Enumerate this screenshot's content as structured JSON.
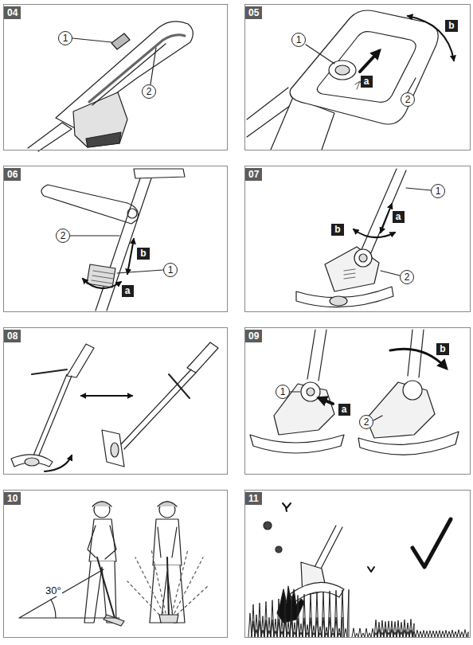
{
  "diagram": {
    "nodes": [
      {
        "text": [
          "04"
        ]
      },
      {
        "text": [
          "1"
        ],
        "in": 0
      },
      {
        "text": [
          "2"
        ],
        "in": 0
      },
      {
        "text": [
          "05"
        ]
      },
      {
        "text": [
          "1"
        ],
        "in": 3
      },
      {
        "text": [
          "2"
        ],
        "in": 3
      },
      {
        "text": [
          "a"
        ],
        "in": 3
      },
      {
        "text": [
          "b"
        ],
        "in": 3
      },
      {
        "text": [
          "06"
        ]
      },
      {
        "text": [
          "1"
        ],
        "in": 8
      },
      {
        "text": [
          "2"
        ],
        "in": 8
      },
      {
        "text": [
          "a"
        ],
        "in": 8
      },
      {
        "text": [
          "b"
        ],
        "in": 8
      },
      {
        "text": [
          "07"
        ]
      },
      {
        "text": [
          "1"
        ],
        "in": 13
      },
      {
        "text": [
          "2"
        ],
        "in": 13
      },
      {
        "text": [
          "a"
        ],
        "in": 13
      },
      {
        "text": [
          "b"
        ],
        "in": 13
      },
      {
        "text": [
          "08"
        ]
      },
      {
        "text": [
          "09"
        ]
      },
      {
        "text": [
          "1"
        ],
        "in": 19
      },
      {
        "text": [
          "2"
        ],
        "in": 19
      },
      {
        "text": [
          "a"
        ],
        "in": 19
      },
      {
        "text": [
          "b"
        ],
        "in": 19
      },
      {
        "text": [
          "10"
        ]
      },
      {
        "text": [
          "11"
        ]
      }
    ],
    "labels": [
      "30°"
    ]
  }
}
